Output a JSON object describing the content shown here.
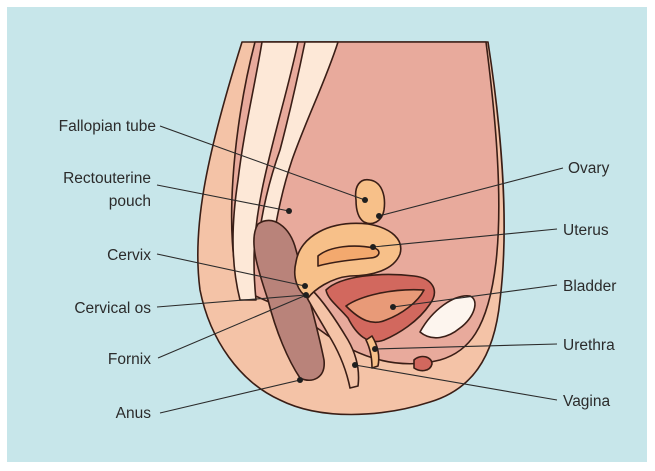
{
  "labels": {
    "fallopian_tube": "Fallopian tube",
    "rectouterine_line1": "Rectouterine",
    "rectouterine_line2": "pouch",
    "cervix": "Cervix",
    "cervical_os": "Cervical os",
    "fornix": "Fornix",
    "anus": "Anus",
    "ovary": "Ovary",
    "uterus": "Uterus",
    "bladder": "Bladder",
    "urethra": "Urethra",
    "vagina": "Vagina"
  },
  "colors": {
    "background": "#c7e6ea",
    "skin": "#f4c3a7",
    "peritoneum": "#e8aa9c",
    "spine": "#fde8d7",
    "rectum": "#b9837a",
    "uterus": "#f7c089",
    "bladder": "#d2685e",
    "outline": "#3a1e16"
  }
}
